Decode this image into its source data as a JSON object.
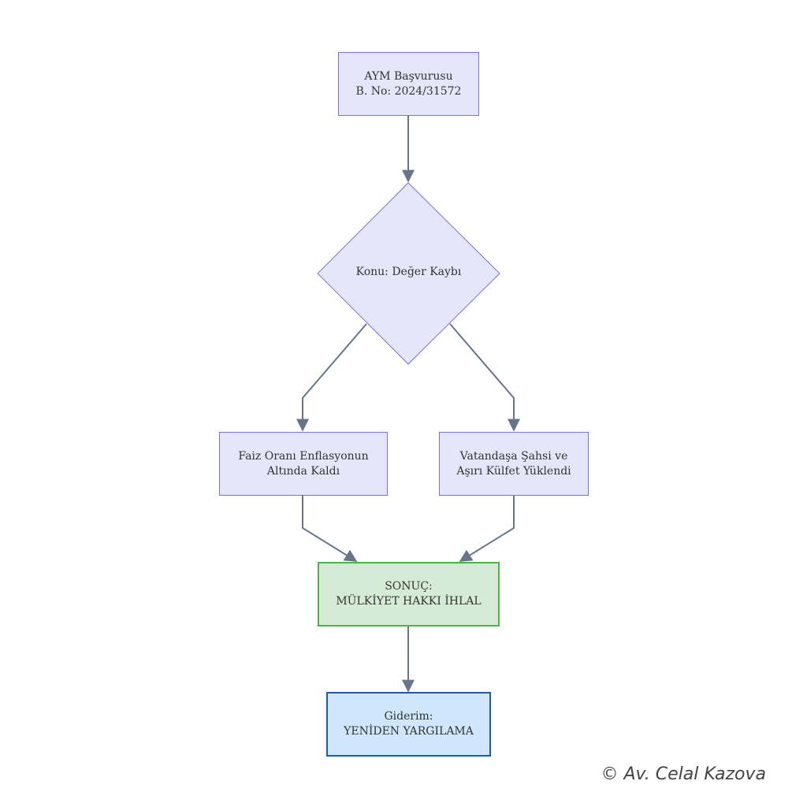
{
  "diagram": {
    "nodes": {
      "application": {
        "line1": "AYM Başvurusu",
        "line2": "B. No: 2024/31572"
      },
      "subject": {
        "label": "Konu: Değer Kaybı"
      },
      "interest": {
        "line1": "Faiz Oranı Enflasyonun",
        "line2": "Altında Kaldı"
      },
      "burden": {
        "line1": "Vatandaşa Şahsi ve",
        "line2": "Aşırı Külfet Yüklendi"
      },
      "result": {
        "line1": "SONUÇ:",
        "line2": "MÜLKİYET HAKKI İHLAL"
      },
      "remedy": {
        "line1": "Giderim:",
        "line2": "YENİDEN YARGILAMA"
      }
    },
    "colors": {
      "default_fill": "#e6e6fa",
      "default_border": "#7b72d9",
      "result_fill": "#d6ebd6",
      "result_border": "#48b548",
      "remedy_fill": "#cfe6fb",
      "remedy_border": "#1f5aa8",
      "edge": "#66758a"
    }
  },
  "footer": {
    "copyright": "© Av. Celal Kazova"
  }
}
